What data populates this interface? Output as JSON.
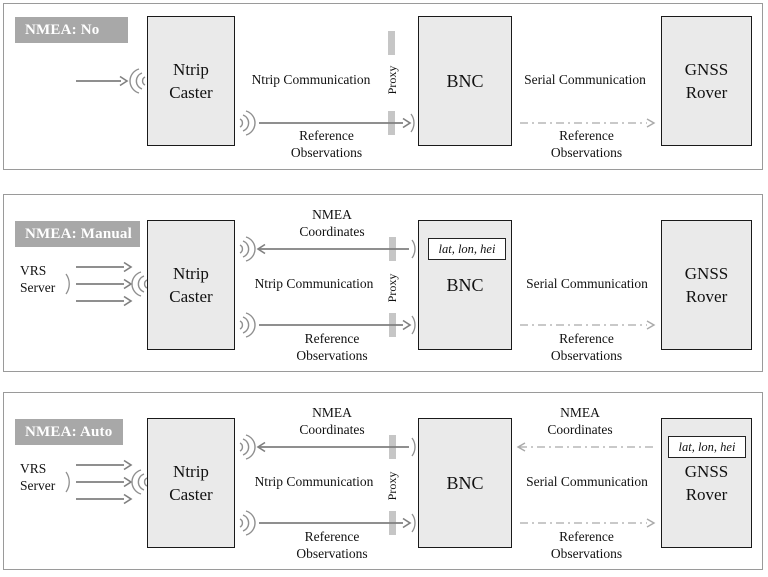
{
  "colors": {
    "panel_border": "#9a9a9a",
    "label_bg": "#a8a8a8",
    "label_text": "#ffffff",
    "box_fill": "#eaeaea",
    "box_border": "#1a1a1a",
    "arrow_solid": "#7f7f7f",
    "arrow_dash": "#a9a9a9",
    "proxy_bar": "#c6c6c6",
    "wave": "#8f8f8f"
  },
  "panels": [
    {
      "mode_label": "NMEA: No",
      "caster": {
        "line1": "Ntrip",
        "line2": "Caster"
      },
      "bnc": "BNC",
      "rover": {
        "line1": "GNSS",
        "line2": "Rover"
      },
      "proxy": "Proxy",
      "links": {
        "ntrip_communication": "Ntrip Communication",
        "serial_communication": "Serial Communication",
        "reference_observations_left": {
          "line1": "Reference",
          "line2": "Observations"
        },
        "reference_observations_right": {
          "line1": "Reference",
          "line2": "Observations"
        }
      }
    },
    {
      "mode_label": "NMEA: Manual",
      "vrs": {
        "line1": "VRS",
        "line2": "Server"
      },
      "caster": {
        "line1": "Ntrip",
        "line2": "Caster"
      },
      "bnc": "BNC",
      "rover": {
        "line1": "GNSS",
        "line2": "Rover"
      },
      "proxy": "Proxy",
      "coordinates_box": "lat, lon, hei",
      "links": {
        "nmea_coordinates_left": {
          "line1": "NMEA",
          "line2": "Coordinates"
        },
        "ntrip_communication": "Ntrip Communication",
        "serial_communication": "Serial Communication",
        "reference_observations_left": {
          "line1": "Reference",
          "line2": "Observations"
        },
        "reference_observations_right": {
          "line1": "Reference",
          "line2": "Observations"
        }
      }
    },
    {
      "mode_label": "NMEA: Auto",
      "vrs": {
        "line1": "VRS",
        "line2": "Server"
      },
      "caster": {
        "line1": "Ntrip",
        "line2": "Caster"
      },
      "bnc": "BNC",
      "rover": {
        "line1": "GNSS",
        "line2": "Rover"
      },
      "proxy": "Proxy",
      "coordinates_box": "lat, lon, hei",
      "links": {
        "nmea_coordinates_left": {
          "line1": "NMEA",
          "line2": "Coordinates"
        },
        "nmea_coordinates_right": {
          "line1": "NMEA",
          "line2": "Coordinates"
        },
        "ntrip_communication": "Ntrip Communication",
        "serial_communication": "Serial Communication",
        "reference_observations_left": {
          "line1": "Reference",
          "line2": "Observations"
        },
        "reference_observations_right": {
          "line1": "Reference",
          "line2": "Observations"
        }
      }
    }
  ]
}
